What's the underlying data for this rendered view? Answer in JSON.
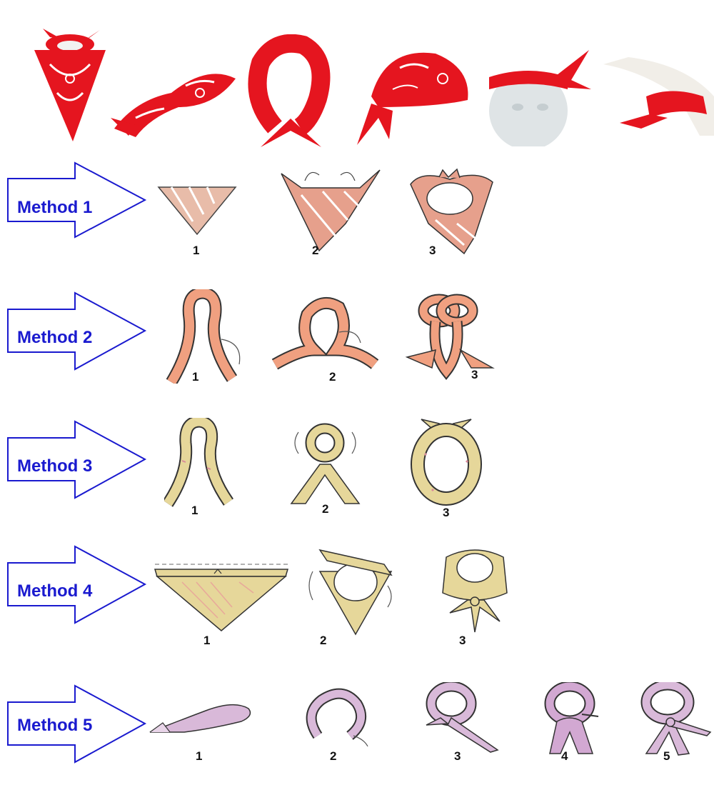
{
  "colors": {
    "bandana_red": "#e5151f",
    "arrow_outline": "#1a1acf",
    "label_blue": "#1a1acf",
    "scarf_pink": "#e6a08c",
    "scarf_salmon": "#f0a080",
    "scarf_yellow": "#e6d79a",
    "scarf_lilac": "#d9b9d9"
  },
  "photos": [
    {
      "icon": "bandana-neck-triangle"
    },
    {
      "icon": "bandana-headband-tied"
    },
    {
      "icon": "bandana-loop-crossed"
    },
    {
      "icon": "bandana-head-wrap"
    },
    {
      "icon": "bandana-on-mannequin"
    },
    {
      "icon": "bandana-on-wrist"
    }
  ],
  "methods": [
    {
      "label": "Method 1",
      "steps": [
        "1",
        "2",
        "3"
      ]
    },
    {
      "label": "Method 2",
      "steps": [
        "1",
        "2",
        "3"
      ]
    },
    {
      "label": "Method 3",
      "steps": [
        "1",
        "2",
        "3"
      ]
    },
    {
      "label": "Method 4",
      "steps": [
        "1",
        "2",
        "3"
      ]
    },
    {
      "label": "Method 5",
      "steps": [
        "1",
        "2",
        "3",
        "4",
        "5"
      ]
    }
  ]
}
